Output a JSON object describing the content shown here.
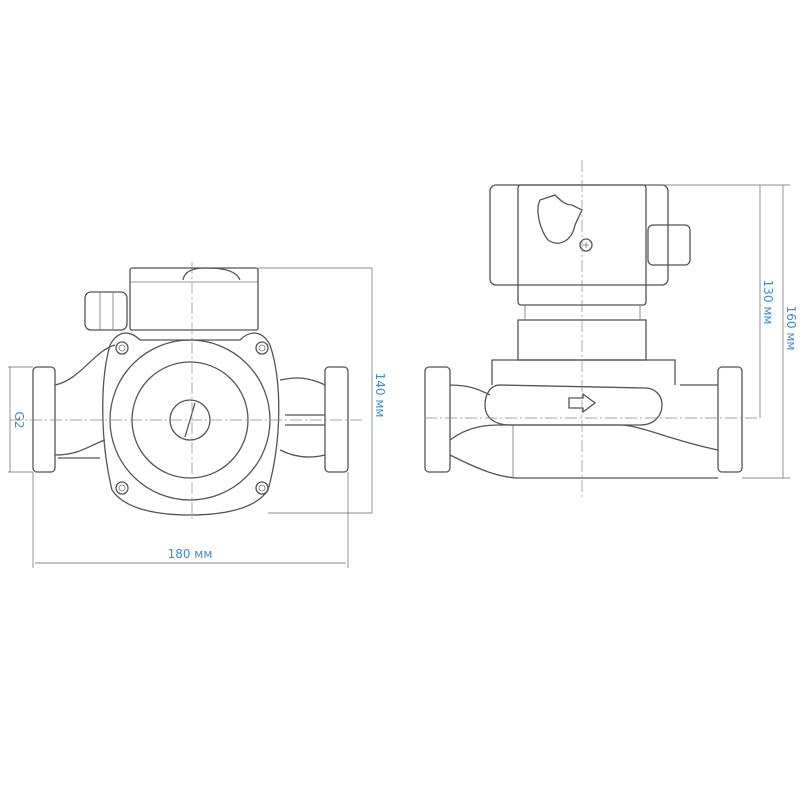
{
  "drawing": {
    "front_view": {
      "thread_label": "G2",
      "height_label": "140 мм",
      "width_label": "180 мм"
    },
    "side_view": {
      "axis_height_label": "130 мм",
      "total_height_label": "160 мм"
    },
    "colors": {
      "dimension_text": "#3a8fd0",
      "outline": "#555555"
    }
  }
}
